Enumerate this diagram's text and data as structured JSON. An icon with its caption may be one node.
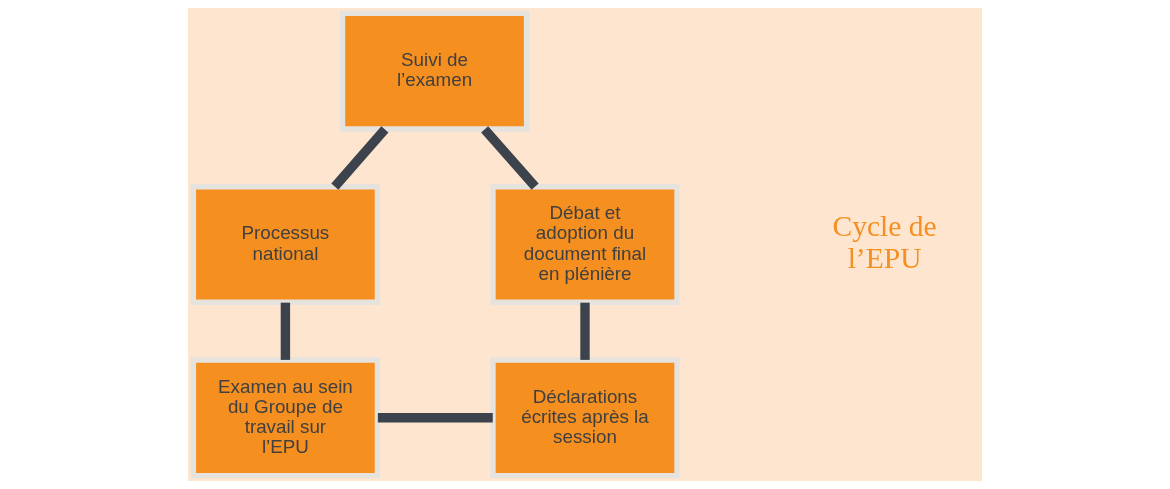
{
  "diagram": {
    "nodes": [
      {
        "text": [
          "Suivi de l’examen"
        ]
      },
      {
        "text": [
          "Débat et adoption du document final en plénière"
        ]
      },
      {
        "text": [
          "Processus national"
        ]
      },
      {
        "text": [
          "Déclarations écrites après la session"
        ]
      },
      {
        "text": [
          "Examen au sein du Groupe de travail sur l’EPU"
        ]
      }
    ],
    "edges": [
      {
        "from": 0,
        "to": 2,
        "arrow": "none"
      },
      {
        "from": 2,
        "to": 4,
        "arrow": "none"
      },
      {
        "from": 4,
        "to": 3,
        "arrow": "none"
      },
      {
        "from": 3,
        "to": 1,
        "arrow": "none"
      },
      {
        "from": 1,
        "to": 0,
        "arrow": "none"
      }
    ],
    "labels": [
      "Cycle de l’EPU"
    ]
  }
}
